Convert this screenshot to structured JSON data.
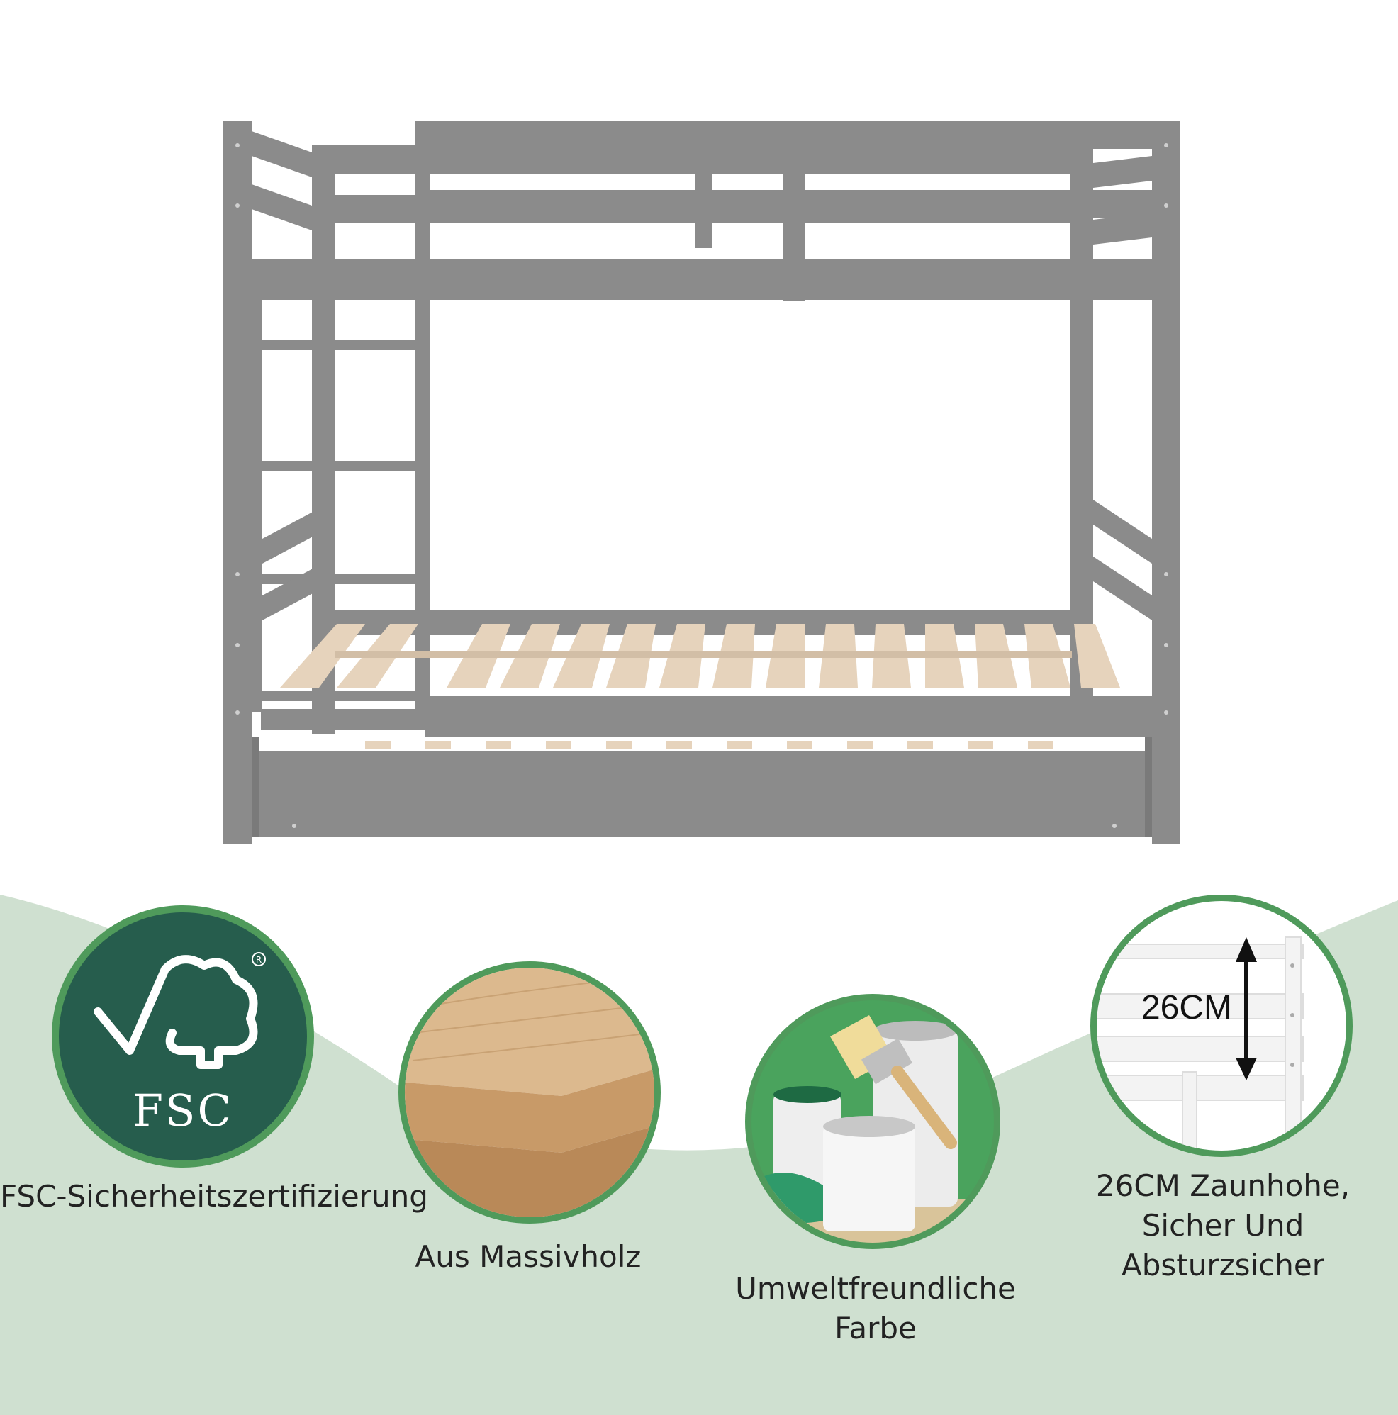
{
  "colors": {
    "bed_grey": "#8a8a8a",
    "slat_wood": "#e6d3bc",
    "badge_ring": "#4f9a5b",
    "fsc_green": "#265d4d",
    "background_wave": "#cfe0d0"
  },
  "features": {
    "fsc": {
      "icon": "fsc-logo-icon",
      "logo_text": "FSC",
      "caption": "FSC-Sicherheitszertifizierung"
    },
    "wood": {
      "icon": "solid-wood-icon",
      "caption": "Aus Massivholz"
    },
    "paint": {
      "icon": "paint-cans-icon",
      "caption_line1": "Umweltfreundliche",
      "caption_line2": "Farbe"
    },
    "fence": {
      "icon": "fence-height-icon",
      "measure": "26CM",
      "caption_line1": "26CM Zaunhohe,",
      "caption_line2": "Sicher Und",
      "caption_line3": "Absturzsicher"
    }
  }
}
